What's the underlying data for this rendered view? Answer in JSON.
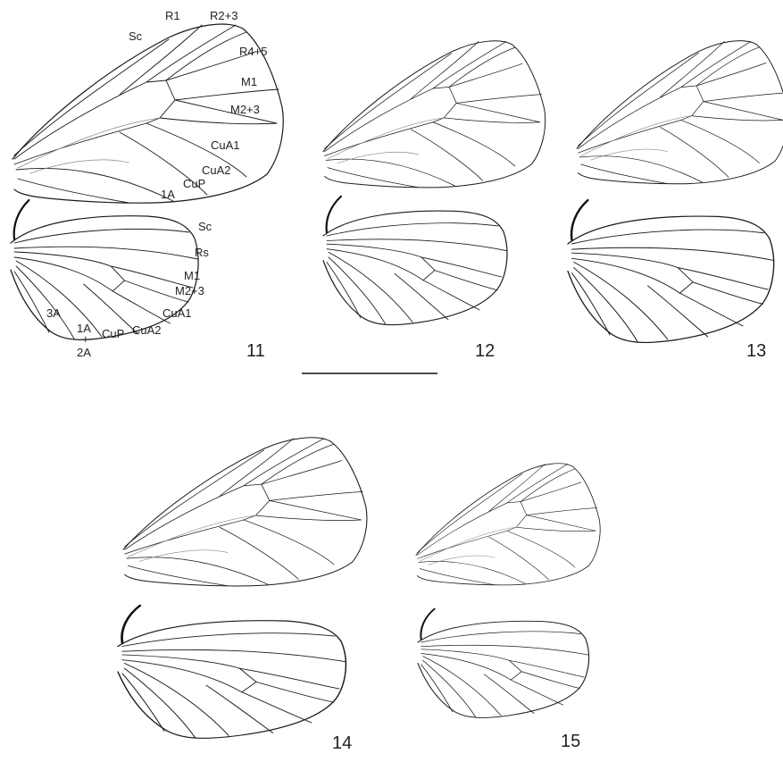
{
  "figures": [
    {
      "id": "11",
      "label": "11"
    },
    {
      "id": "12",
      "label": "12"
    },
    {
      "id": "13",
      "label": "13"
    },
    {
      "id": "14",
      "label": "14"
    },
    {
      "id": "15",
      "label": "15"
    }
  ],
  "forewing_labels": {
    "sc": "Sc",
    "r1": "R1",
    "r23": "R2+3",
    "r45": "R4+5",
    "m1": "M1",
    "m23": "M2+3",
    "cua1": "CuA1",
    "cua2": "CuA2",
    "cup": "CuP",
    "a1": "1A"
  },
  "hindwing_labels": {
    "sc": "Sc",
    "rs": "Rs",
    "m1": "M1",
    "m23": "M2+3",
    "cua1": "CuA1",
    "cua2": "CuA2",
    "cup": "CuP",
    "a3": "3A",
    "a12_line1": "1A",
    "a12_plus": "+",
    "a12_line2": "2A"
  }
}
